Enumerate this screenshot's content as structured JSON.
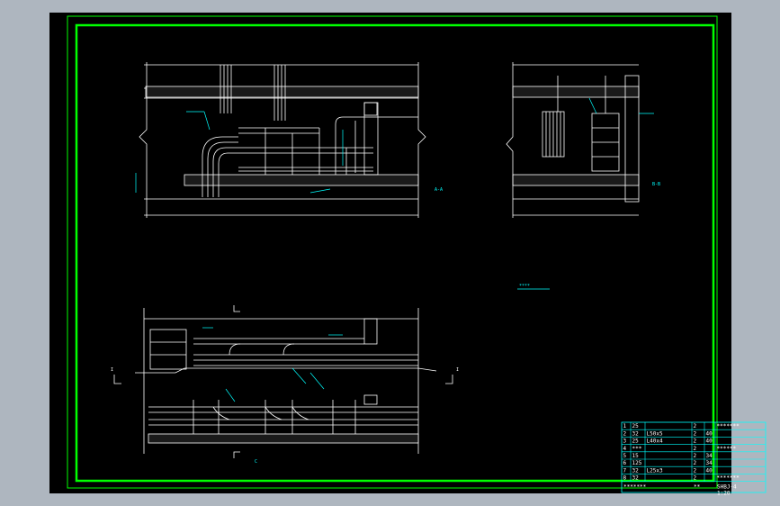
{
  "colors": {
    "window_bg": "#aeb6bf",
    "canvas_bg": "#000000",
    "frame": "#00ff00",
    "drawing": "#ffffff",
    "leader": "#00ffff",
    "table": "#00ffff"
  },
  "labels": {
    "view_a": "A-A",
    "view_b": "B-B",
    "view_c": "C",
    "section_tag_left": "I",
    "section_tag_right": "I",
    "note": "****"
  },
  "parts_table": {
    "rows": [
      {
        "no": "1",
        "code": "25",
        "spec": "",
        "qty": "2",
        "unit": "",
        "remark": "*******"
      },
      {
        "no": "2",
        "code": "32",
        "spec": "L50x5",
        "qty": "2",
        "unit": "40",
        "remark": ""
      },
      {
        "no": "3",
        "code": "25",
        "spec": "L40x4",
        "qty": "2",
        "unit": "40",
        "remark": ""
      },
      {
        "no": "4",
        "code": "***",
        "spec": "",
        "qty": "2",
        "unit": "",
        "remark": "******"
      },
      {
        "no": "5",
        "code": "15",
        "spec": "",
        "qty": "2",
        "unit": "34",
        "remark": ""
      },
      {
        "no": "6",
        "code": "125",
        "spec": "",
        "qty": "2",
        "unit": "34",
        "remark": ""
      },
      {
        "no": "7",
        "code": "32",
        "spec": "L25x3",
        "qty": "2",
        "unit": "40",
        "remark": ""
      },
      {
        "no": "8",
        "code": "32",
        "spec": "",
        "qty": "2",
        "unit": "",
        "remark": "*******"
      }
    ],
    "footer_left": "*******",
    "footer_mid": "**",
    "footer_right": "SHBJ-4",
    "footer_scale": "1:20"
  }
}
